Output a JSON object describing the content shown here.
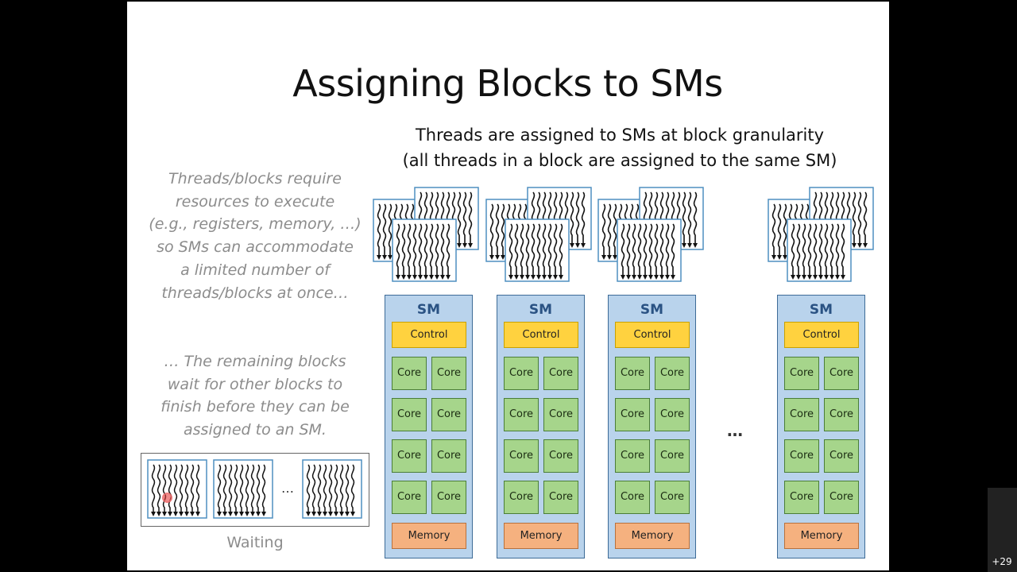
{
  "slide": {
    "title": "Assigning Blocks to SMs",
    "subtitle_line1": "Threads are assigned to SMs at block granularity",
    "subtitle_line2": "(all threads in a block are assigned to the same SM)",
    "note_top": [
      "Threads/blocks require",
      "resources to execute",
      "(e.g., registers, memory, …)",
      "so SMs can accommodate",
      "a limited number of",
      "threads/blocks at once…"
    ],
    "note_bottom": [
      "… The remaining blocks",
      "wait for other blocks to",
      "finish before they can be",
      "assigned to an SM."
    ],
    "sm_label": "SM",
    "control_label": "Control",
    "core_label": "Core",
    "memory_label": "Memory",
    "sm_ellipsis": "…",
    "waiting_ellipsis": "…",
    "waiting_label": "Waiting"
  },
  "player": {
    "count_badge": "+29"
  },
  "colors": {
    "sm_fill": "#b9d3ec",
    "control_fill": "#ffd23f",
    "core_fill": "#a6d58b",
    "memory_fill": "#f5b17f",
    "block_border": "#4f8fc0"
  }
}
